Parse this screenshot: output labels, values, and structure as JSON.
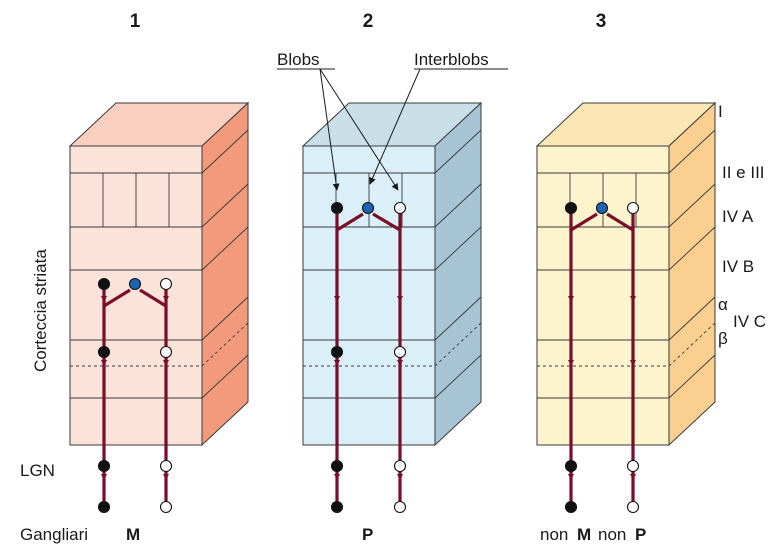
{
  "columns": [
    {
      "number": "1",
      "front": "#fce3da",
      "top": "#fbcfbf",
      "side": "#f39a7d"
    },
    {
      "number": "2",
      "front": "#dbeff8",
      "top": "#c9dfe8",
      "side": "#a6c4d4"
    },
    {
      "number": "3",
      "front": "#fdf3cc",
      "top": "#fbe6b4",
      "side": "#fbcf8f"
    }
  ],
  "labels": {
    "blobs": "Blobs",
    "interblobs": "Interblobs",
    "cortex": "Corteccia striata",
    "lgn": "LGN",
    "ganglia": "Gangliari",
    "m": "M",
    "p": "P",
    "non": "non",
    "m2": "M",
    "non2": "non",
    "p2": "P"
  },
  "layers": {
    "i": "I",
    "ii_iii": "II e III",
    "iva": "IV A",
    "ivb": "IV B",
    "alpha": "α",
    "beta": "β",
    "ivc": "IV C"
  },
  "colors": {
    "axon": "#7a0e2a",
    "blob_cell": "#1f63b5",
    "edge": "#3a3a3a"
  }
}
